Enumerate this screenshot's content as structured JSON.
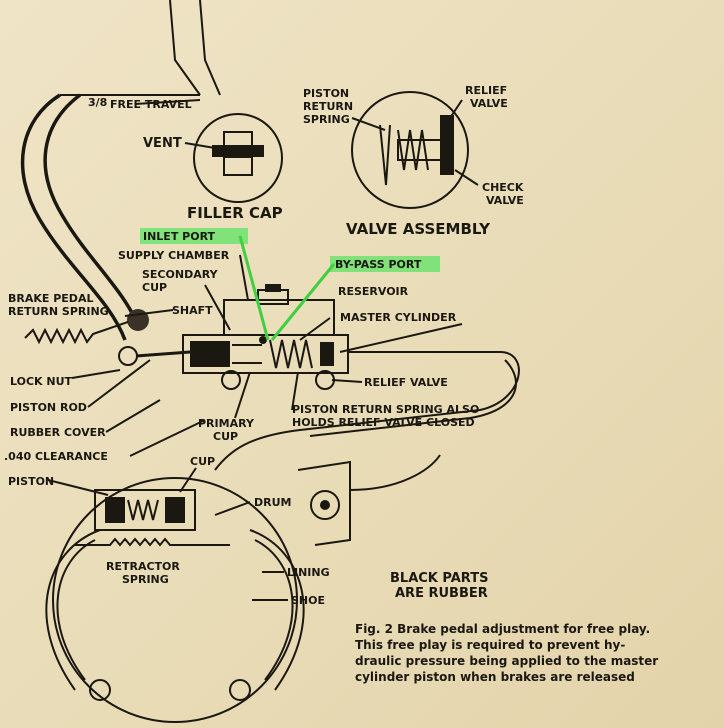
{
  "labels": {
    "free_travel_fraction": "3/8",
    "free_travel": "FREE TRAVEL",
    "vent": "VENT",
    "filler_cap": "FILLER CAP",
    "piston_return_spring_l1": "PISTON",
    "piston_return_spring_l2": "RETURN",
    "piston_return_spring_l3": "SPRING",
    "relief_valve_top_l1": "RELIEF",
    "relief_valve_top_l2": "VALVE",
    "check_valve_l1": "CHECK",
    "check_valve_l2": "VALVE",
    "valve_assembly": "VALVE ASSEMBLY",
    "inlet_port": "INLET PORT",
    "supply_chamber": "SUPPLY CHAMBER",
    "by_pass_port": "BY-PASS PORT",
    "secondary_cup_l1": "SECONDARY",
    "secondary_cup_l2": "CUP",
    "reservoir": "RESERVOIR",
    "brake_pedal_return_spring_l1": "BRAKE PEDAL",
    "brake_pedal_return_spring_l2": "RETURN SPRING",
    "shaft": "SHAFT",
    "master_cylinder": "MASTER CYLINDER",
    "lock_nut": "LOCK NUT",
    "relief_valve": "RELIEF VALVE",
    "piston_rod": "PISTON ROD",
    "primary_cup_l1": "PRIMARY",
    "primary_cup_l2": "CUP",
    "piston_return_spring_also_l1": "PISTON RETURN SPRING ALSO",
    "piston_return_spring_also_l2": "HOLDS RELIEF VALVE CLOSED",
    "rubber_cover": "RUBBER COVER",
    "clearance": ".040 CLEARANCE",
    "cup": "CUP",
    "piston": "PISTON",
    "drum": "DRUM",
    "retractor_spring_l1": "RETRACTOR",
    "retractor_spring_l2": "SPRING",
    "lining": "LINING",
    "shoe": "SHOE",
    "black_parts_l1": "BLACK PARTS",
    "black_parts_l2": "ARE RUBBER"
  },
  "caption": {
    "line1": "Fig. 2  Brake pedal adjustment for free play.",
    "line2": "This free play is required to prevent hy-",
    "line3": "draulic pressure being applied to the master",
    "line4": "cylinder piston when brakes are released"
  },
  "colors": {
    "paper": "#ece0bf",
    "ink": "#1b1812",
    "highlight": "#6fe36f"
  }
}
